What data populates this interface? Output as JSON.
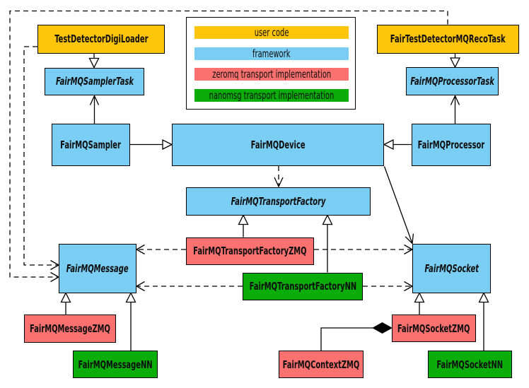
{
  "palette": {
    "user_code": "#FFC50A",
    "framework": "#7ACDF3",
    "zeromq": "#FA716F",
    "nanomsg": "#0AAD0A",
    "line": "#000000",
    "background": "#FFFFFF",
    "label_text": "#0E0E0E"
  },
  "legend": {
    "items": [
      {
        "label": "user code",
        "category": "user_code"
      },
      {
        "label": "framework",
        "category": "framework"
      },
      {
        "label": "zeromq transport implementation",
        "category": "zeromq"
      },
      {
        "label": "nanomsg transport implementation",
        "category": "nanomsg"
      }
    ]
  },
  "nodes": [
    {
      "id": "TestDetectorDigiLoader",
      "label": "TestDetectorDigiLoader",
      "category": "user_code",
      "abstract": false
    },
    {
      "id": "FairTestDetectorMQRecoTask",
      "label": "FairTestDetectorMQRecoTask",
      "category": "user_code",
      "abstract": false
    },
    {
      "id": "FairMQSamplerTask",
      "label": "FairMQSamplerTask",
      "category": "framework",
      "abstract": true
    },
    {
      "id": "FairMQProcessorTask",
      "label": "FairMQProcessorTask",
      "category": "framework",
      "abstract": true
    },
    {
      "id": "FairMQSampler",
      "label": "FairMQSampler",
      "category": "framework",
      "abstract": false
    },
    {
      "id": "FairMQDevice",
      "label": "FairMQDevice",
      "category": "framework",
      "abstract": false
    },
    {
      "id": "FairMQProcessor",
      "label": "FairMQProcessor",
      "category": "framework",
      "abstract": false
    },
    {
      "id": "FairMQTransportFactory",
      "label": "FairMQTransportFactory",
      "category": "framework",
      "abstract": true
    },
    {
      "id": "FairMQTransportFactoryZMQ",
      "label": "FairMQTransportFactoryZMQ",
      "category": "zeromq",
      "abstract": false
    },
    {
      "id": "FairMQTransportFactoryNN",
      "label": "FairMQTransportFactoryNN",
      "category": "nanomsg",
      "abstract": false
    },
    {
      "id": "FairMQMessage",
      "label": "FairMQMessage",
      "category": "framework",
      "abstract": true
    },
    {
      "id": "FairMQSocket",
      "label": "FairMQSocket",
      "category": "framework",
      "abstract": true
    },
    {
      "id": "FairMQMessageZMQ",
      "label": "FairMQMessageZMQ",
      "category": "zeromq",
      "abstract": false
    },
    {
      "id": "FairMQMessageNN",
      "label": "FairMQMessageNN",
      "category": "nanomsg",
      "abstract": false
    },
    {
      "id": "FairMQSocketZMQ",
      "label": "FairMQSocketZMQ",
      "category": "zeromq",
      "abstract": false
    },
    {
      "id": "FairMQSocketNN",
      "label": "FairMQSocketNN",
      "category": "nanomsg",
      "abstract": false
    },
    {
      "id": "FairMQContextZMQ",
      "label": "FairMQContextZMQ",
      "category": "zeromq",
      "abstract": false
    }
  ],
  "edges": [
    {
      "from": "TestDetectorDigiLoader",
      "to": "FairMQSamplerTask",
      "type": "inheritance",
      "style": "solid"
    },
    {
      "from": "FairTestDetectorMQRecoTask",
      "to": "FairMQProcessorTask",
      "type": "inheritance",
      "style": "solid"
    },
    {
      "from": "FairMQSampler",
      "to": "FairMQDevice",
      "type": "inheritance",
      "style": "solid"
    },
    {
      "from": "FairMQProcessor",
      "to": "FairMQDevice",
      "type": "inheritance",
      "style": "solid"
    },
    {
      "from": "FairMQTransportFactoryZMQ",
      "to": "FairMQTransportFactory",
      "type": "inheritance",
      "style": "solid"
    },
    {
      "from": "FairMQTransportFactoryNN",
      "to": "FairMQTransportFactory",
      "type": "inheritance",
      "style": "solid"
    },
    {
      "from": "FairMQMessageZMQ",
      "to": "FairMQMessage",
      "type": "inheritance",
      "style": "solid"
    },
    {
      "from": "FairMQMessageNN",
      "to": "FairMQMessage",
      "type": "inheritance",
      "style": "solid"
    },
    {
      "from": "FairMQSocketZMQ",
      "to": "FairMQSocket",
      "type": "inheritance",
      "style": "solid"
    },
    {
      "from": "FairMQSocketNN",
      "to": "FairMQSocket",
      "type": "inheritance",
      "style": "solid"
    },
    {
      "from": "FairMQSampler",
      "to": "FairMQSamplerTask",
      "type": "association",
      "style": "solid"
    },
    {
      "from": "FairMQProcessor",
      "to": "FairMQProcessorTask",
      "type": "association",
      "style": "solid"
    },
    {
      "from": "FairMQDevice",
      "to": "FairMQSocket",
      "type": "association",
      "style": "solid"
    },
    {
      "from": "FairMQDevice",
      "to": "FairMQTransportFactory",
      "type": "dependency",
      "style": "dashed"
    },
    {
      "from": "FairMQTransportFactoryZMQ",
      "to": "FairMQMessage",
      "type": "dependency",
      "style": "dashed"
    },
    {
      "from": "FairMQTransportFactoryZMQ",
      "to": "FairMQSocket",
      "type": "dependency",
      "style": "dashed"
    },
    {
      "from": "FairMQTransportFactoryNN",
      "to": "FairMQMessage",
      "type": "dependency",
      "style": "dashed"
    },
    {
      "from": "FairMQTransportFactoryNN",
      "to": "FairMQSocket",
      "type": "dependency",
      "style": "dashed"
    },
    {
      "from": "TestDetectorDigiLoader",
      "to": "FairMQMessage",
      "type": "dependency",
      "style": "dashed"
    },
    {
      "from": "FairTestDetectorMQRecoTask",
      "to": "FairMQMessage",
      "type": "dependency",
      "style": "dashed"
    },
    {
      "from": "FairMQSocketZMQ",
      "to": "FairMQContextZMQ",
      "type": "composition",
      "style": "solid"
    }
  ]
}
